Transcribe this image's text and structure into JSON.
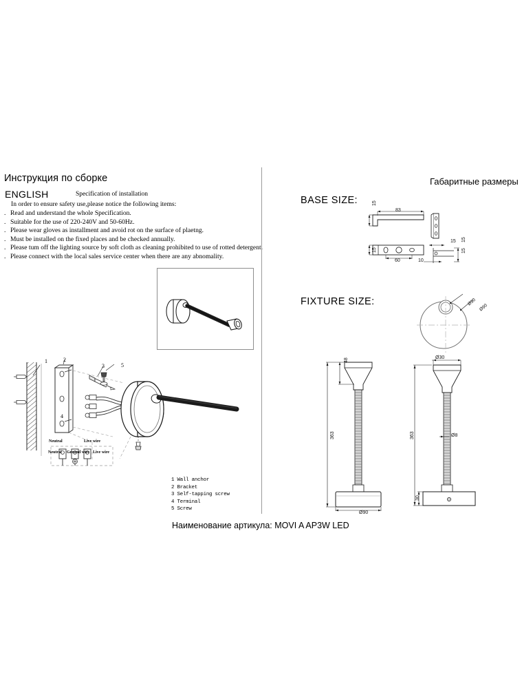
{
  "document": {
    "title_ru": "Инструкция по сборке",
    "dimensions_title_ru": "Габаритные размеры",
    "language_label": "ENGLISH",
    "spec_heading": "Specification of installation",
    "intro": "In order to ensure safety use,please notice the following items:",
    "bullets": [
      "Read and understand the whole Specification.",
      "Suitable for the use of 220-240V and 50-60Hz.",
      "Please wear gloves as installment and avoid rot on the surface of plaetng.",
      "Must be installed on the fixed places and be checked annually.",
      "Please tum off the lighting source by soft cloth as cleaning prohibited to use of rotted detergent.",
      "Please connect with the local sales service center when there are any abnomality."
    ],
    "bullet_marker": ".",
    "article_line": "Наименование артикула: MOVI A AP3W LED"
  },
  "parts_list": [
    "1 Wall anchor",
    "2 Bracket",
    "3 Self-tapping screw",
    "4 Terminal",
    "5 Screw"
  ],
  "assembly": {
    "callouts": [
      "1",
      "2",
      "3",
      "4",
      "5"
    ],
    "wiring": {
      "neutral_top": "Neutral",
      "live_top": "Live wire",
      "bottom_labels": "Neutral Ground wire  Live wire",
      "neutral": "Neutral",
      "ground": "Ground wire",
      "live": "Live wire"
    }
  },
  "base_size": {
    "heading": "BASE SIZE:",
    "dims": {
      "top_height": "15",
      "top_length": "83",
      "bottom_height": "15",
      "bottom_width": "60",
      "side_width": "15",
      "side_height_a": "15",
      "side_height_b": "15",
      "side_offset": "10"
    }
  },
  "fixture_size": {
    "heading": "FIXTURE SIZE:",
    "dims": {
      "head_diameter_top": "Ø30",
      "base_diameter_top": "Ø90",
      "head_height": "48",
      "total_height_left": "363",
      "total_height_right": "363",
      "base_diameter": "Ø90",
      "head_diameter": "Ø30",
      "neck_diameter": "Ø8",
      "base_height": "30"
    }
  },
  "colors": {
    "line": "#1a1a1a",
    "thin_line": "#6e6e6e",
    "divider": "#9a9a9a",
    "center_line": "#b4b4b4",
    "body_fill": "#ffffff",
    "gooseneck": "#c9c9c9"
  }
}
